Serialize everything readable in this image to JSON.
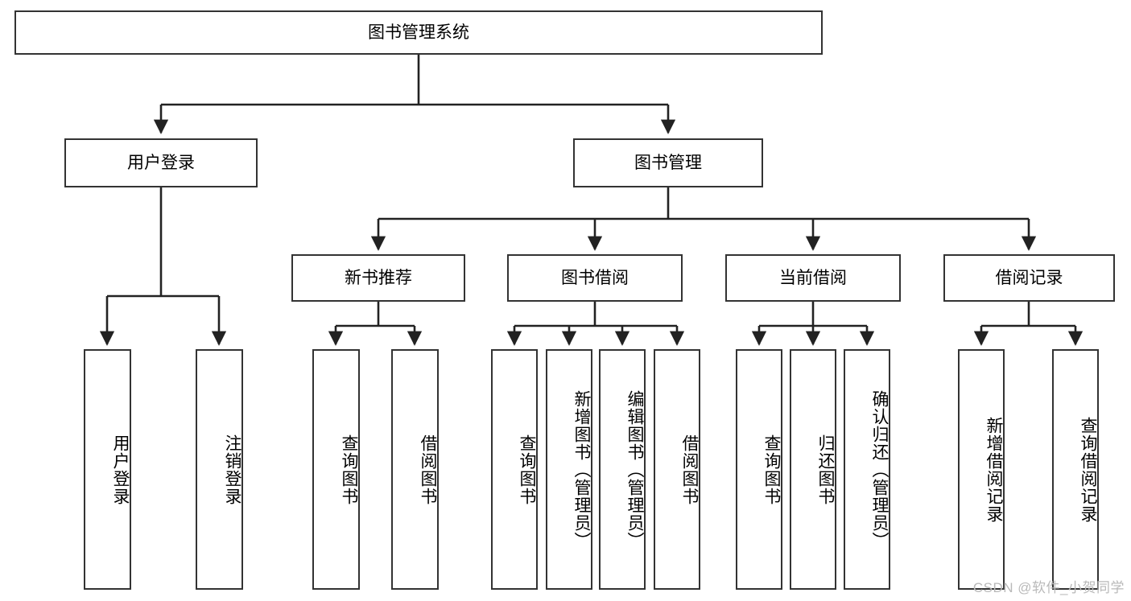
{
  "diagram": {
    "type": "tree",
    "title": "图书管理系统",
    "colors": {
      "box_border": "#333333",
      "box_fill": "#ffffff",
      "connector": "#222222",
      "text": "#000000",
      "watermark": "#b9b9b9",
      "background": "#ffffff"
    },
    "nodes": {
      "root": {
        "label": "图书管理系统",
        "orientation": "horizontal"
      },
      "user_login": {
        "label": "用户登录",
        "orientation": "horizontal"
      },
      "book_manage": {
        "label": "图书管理",
        "orientation": "horizontal"
      },
      "new_book_rec": {
        "label": "新书推荐",
        "orientation": "horizontal"
      },
      "book_borrow": {
        "label": "图书借阅",
        "orientation": "horizontal"
      },
      "current_borrow": {
        "label": "当前借阅",
        "orientation": "horizontal"
      },
      "borrow_record": {
        "label": "借阅记录",
        "orientation": "horizontal"
      },
      "leaf_user_login": {
        "label": "用户登录",
        "orientation": "vertical"
      },
      "leaf_logout": {
        "label": "注销登录",
        "orientation": "vertical"
      },
      "leaf_query_book_1": {
        "label": "查询图书",
        "orientation": "vertical"
      },
      "leaf_borrow_book_1": {
        "label": "借阅图书",
        "orientation": "vertical"
      },
      "leaf_query_book_2": {
        "label": "查询图书",
        "orientation": "vertical"
      },
      "leaf_add_book": {
        "label": "新增图书（管理员）",
        "orientation": "vertical"
      },
      "leaf_edit_book": {
        "label": "编辑图书（管理员）",
        "orientation": "vertical"
      },
      "leaf_borrow_book_2": {
        "label": "借阅图书",
        "orientation": "vertical"
      },
      "leaf_query_book_3": {
        "label": "查询图书",
        "orientation": "vertical"
      },
      "leaf_return_book": {
        "label": "归还图书",
        "orientation": "vertical"
      },
      "leaf_confirm_return": {
        "label": "确认归还（管理员）",
        "orientation": "vertical"
      },
      "leaf_add_record": {
        "label": "新增借阅记录",
        "orientation": "vertical"
      },
      "leaf_query_record": {
        "label": "查询借阅记录",
        "orientation": "vertical"
      }
    },
    "edges": [
      {
        "from": "root",
        "to": "user_login"
      },
      {
        "from": "root",
        "to": "book_manage"
      },
      {
        "from": "user_login",
        "to": "leaf_user_login"
      },
      {
        "from": "user_login",
        "to": "leaf_logout"
      },
      {
        "from": "book_manage",
        "to": "new_book_rec"
      },
      {
        "from": "book_manage",
        "to": "book_borrow"
      },
      {
        "from": "book_manage",
        "to": "current_borrow"
      },
      {
        "from": "book_manage",
        "to": "borrow_record"
      },
      {
        "from": "new_book_rec",
        "to": "leaf_query_book_1"
      },
      {
        "from": "new_book_rec",
        "to": "leaf_borrow_book_1"
      },
      {
        "from": "book_borrow",
        "to": "leaf_query_book_2"
      },
      {
        "from": "book_borrow",
        "to": "leaf_add_book"
      },
      {
        "from": "book_borrow",
        "to": "leaf_edit_book"
      },
      {
        "from": "book_borrow",
        "to": "leaf_borrow_book_2"
      },
      {
        "from": "current_borrow",
        "to": "leaf_query_book_3"
      },
      {
        "from": "current_borrow",
        "to": "leaf_return_book"
      },
      {
        "from": "current_borrow",
        "to": "leaf_confirm_return"
      },
      {
        "from": "borrow_record",
        "to": "leaf_add_record"
      },
      {
        "from": "borrow_record",
        "to": "leaf_query_record"
      }
    ]
  },
  "watermark": {
    "text": "CSDN @软件_小贺同学"
  }
}
